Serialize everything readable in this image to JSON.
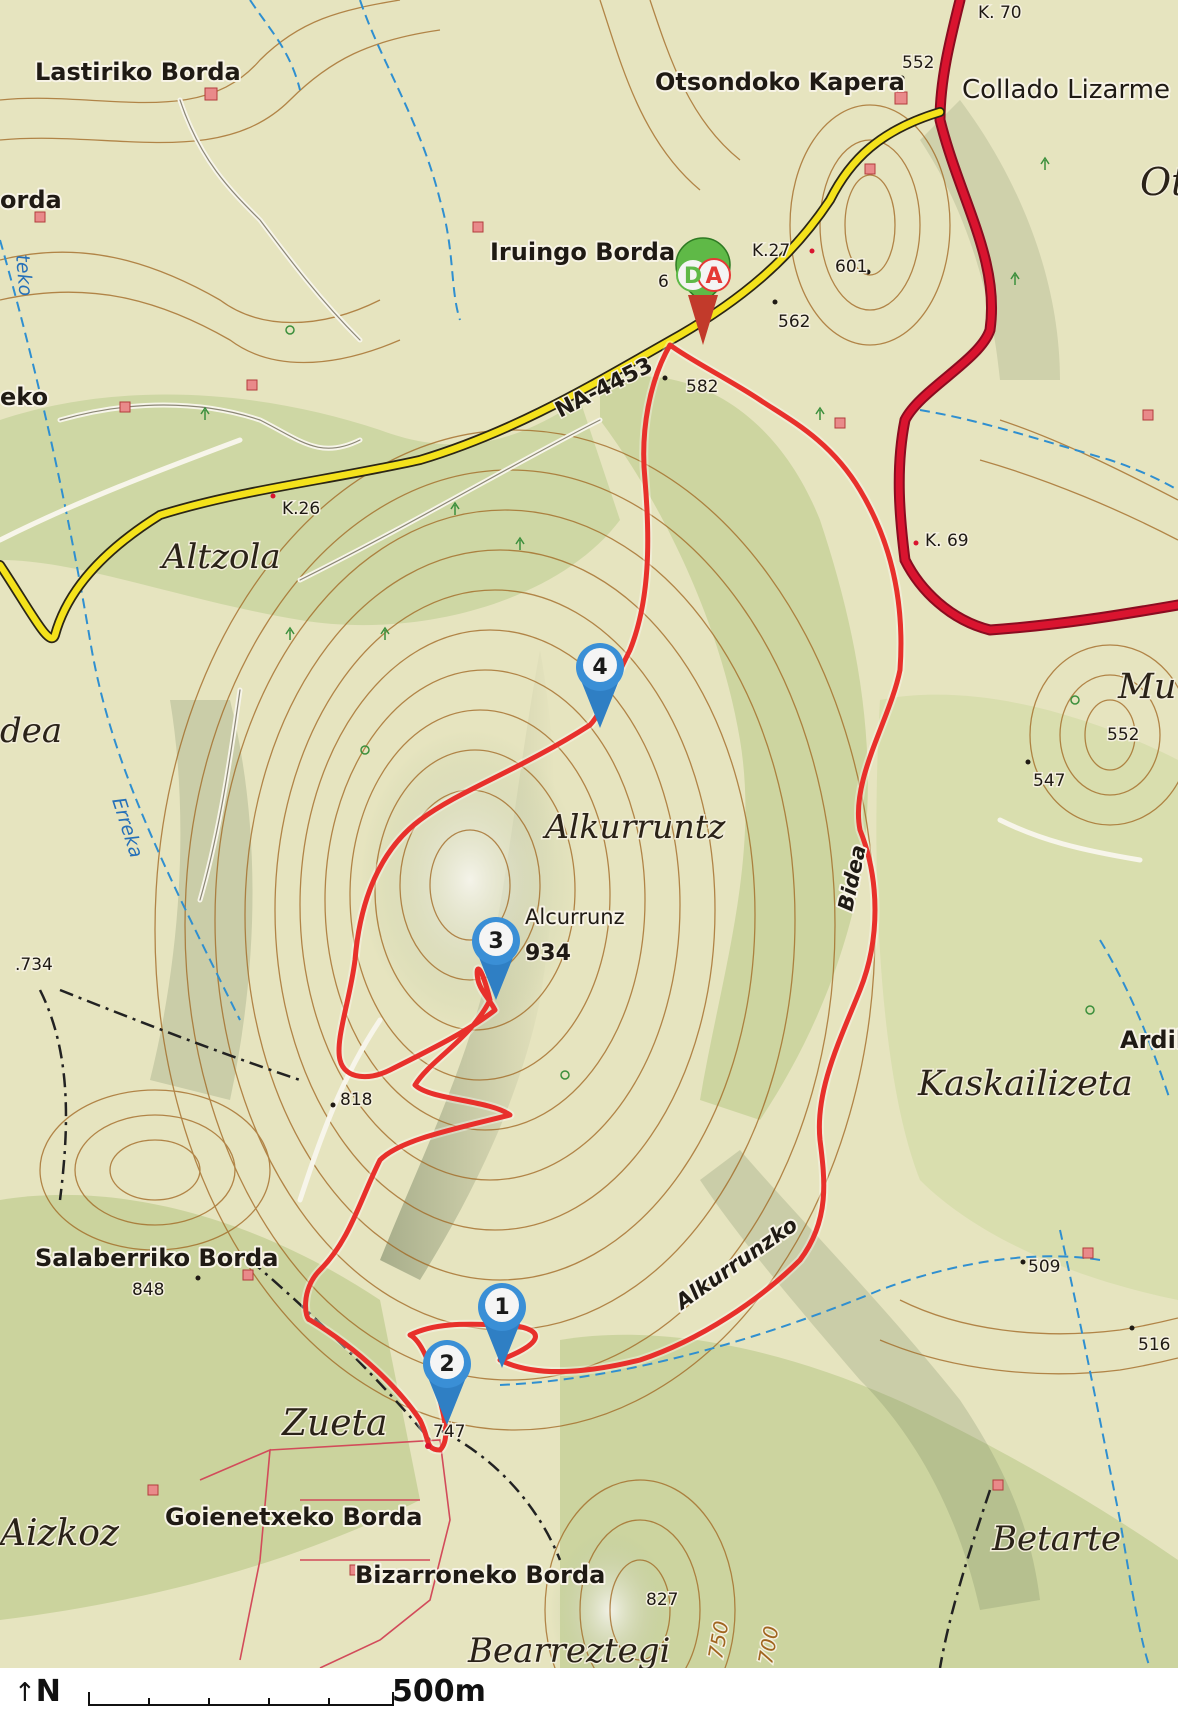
{
  "places": {
    "lastiriko_borda": "Lastiriko Borda",
    "otsondoko_kapera": "Otsondoko Kapera",
    "collado_lizarme": "Collado Lizarme",
    "orda": "orda",
    "eko": "eko",
    "iruingo_borda": "Iruingo Borda",
    "altzola": "Altzola",
    "dea": "dea",
    "alkurruntz": "Alkurruntz",
    "alcurrunz": "Alcurrunz",
    "kaskailizeta": "Kaskailizeta",
    "ardib": "Ardib",
    "mu": "Mu",
    "ot": "Ot",
    "salaberriko_borda": "Salaberriko Borda",
    "zueta": "Zueta",
    "aizkoz": "Aizkoz",
    "goienetxeko_borda": "Goienetxeko Borda",
    "bizarroneko_borda": "Bizarroneko Borda",
    "betarte": "Betarte",
    "bearreztegi": "Bearreztegi"
  },
  "elevations": {
    "e552_top": "552",
    "e601": "601",
    "e6": "6",
    "e562": "562",
    "e582": "582",
    "e552_right": "552",
    "e547": "547",
    "e734": ".734",
    "e934": "934",
    "e818": "818",
    "e848": "848",
    "e509": "509",
    "e516": "516",
    "e747": "747",
    "e827": "827",
    "e750": "750",
    "e700": "700"
  },
  "roads": {
    "na4453": "NA-4453",
    "k27": "K.27",
    "k26": "K.26",
    "k69": "K. 69",
    "k70": "K. 70"
  },
  "paths": {
    "bidea": "Bidea",
    "alkurrunzko": "Alkurrunzko"
  },
  "water": {
    "erreka": "Erreka",
    "teko": "teko"
  },
  "markers": {
    "start_d": "D",
    "start_a": "A",
    "wp1": "1",
    "wp2": "2",
    "wp3": "3",
    "wp4": "4"
  },
  "scale": {
    "north": "N",
    "arrow": "↑",
    "distance": "500m"
  },
  "colors": {
    "route": "#e8302b",
    "road_yellow": "#f4e21b",
    "road_red": "#c8102e",
    "contour": "#a0651f",
    "marker_blue": "#3a8fd6",
    "start_green": "#5fb947",
    "start_red": "#e53935"
  }
}
